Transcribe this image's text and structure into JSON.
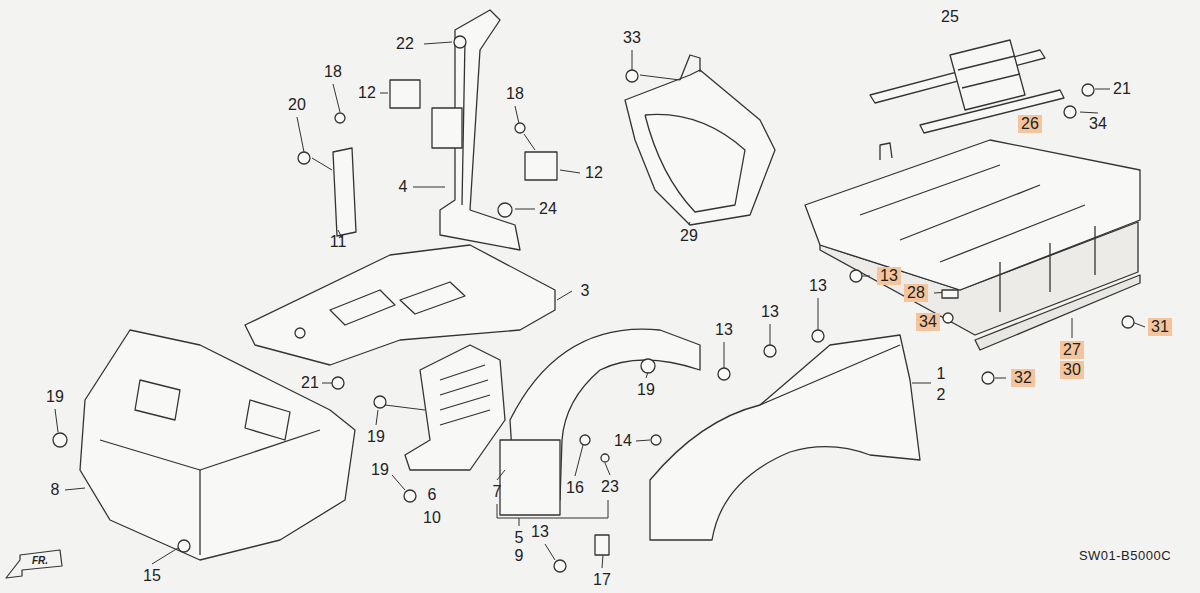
{
  "diagram": {
    "labels": [
      "25",
      "22",
      "33",
      "18",
      "21",
      "12",
      "18",
      "20",
      "26",
      "34",
      "12",
      "4",
      "24",
      "29",
      "11",
      "13",
      "13",
      "3",
      "28",
      "13",
      "13",
      "34",
      "31",
      "27",
      "30",
      "1",
      "32",
      "21",
      "2",
      "19",
      "19",
      "19",
      "14",
      "19",
      "8",
      "7",
      "6",
      "16",
      "23",
      "10",
      "13",
      "5",
      "9",
      "SW01-B5000C",
      "FR.",
      "15",
      "17"
    ]
  }
}
